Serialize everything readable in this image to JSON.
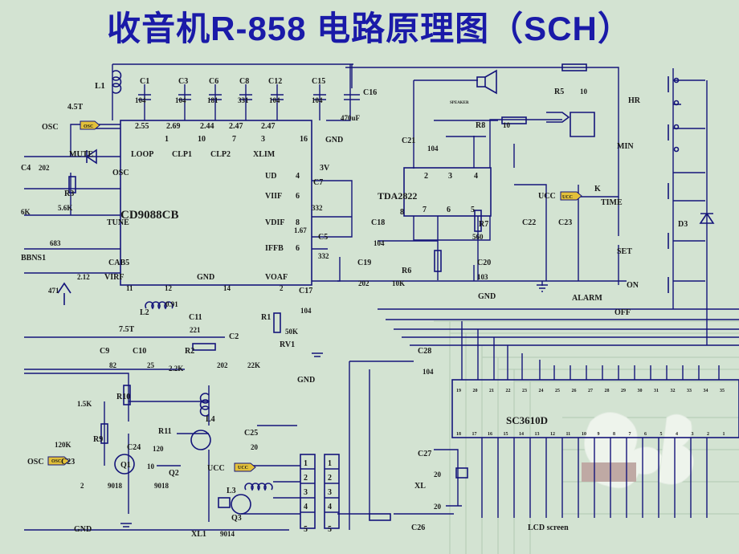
{
  "title": "收音机R-858 电路原理图（SCH）",
  "colors": {
    "background": "#d3e3d2",
    "title": "#1a1aa8",
    "wire": "#14147a",
    "text": "#1a1a1a",
    "pins": "#e3c13a"
  },
  "ics": {
    "cd9088": "CD9088CB",
    "tda2822": "TDA2822",
    "sc3610": "SC3610D",
    "lcd": "LCD screen"
  },
  "labels": [
    {
      "id": "L1",
      "text": "L1"
    },
    {
      "id": "C1",
      "text": "C1"
    },
    {
      "id": "C3",
      "text": "C3"
    },
    {
      "id": "C6",
      "text": "C6"
    },
    {
      "id": "C8",
      "text": "C8"
    },
    {
      "id": "C12",
      "text": "C12"
    },
    {
      "id": "C15",
      "text": "C15"
    },
    {
      "id": "C16",
      "text": "C16"
    },
    {
      "id": "v104a",
      "text": "104"
    },
    {
      "id": "v104b",
      "text": "104"
    },
    {
      "id": "v181",
      "text": "181"
    },
    {
      "id": "v331",
      "text": "331"
    },
    {
      "id": "v104c",
      "text": "104"
    },
    {
      "id": "v104d",
      "text": "104"
    },
    {
      "id": "v470",
      "text": "470uF"
    },
    {
      "id": "t45",
      "text": "4.5T"
    },
    {
      "id": "osc1",
      "text": "OSC"
    },
    {
      "id": "osc_small",
      "text": "OSC"
    },
    {
      "id": "p255",
      "text": "2.55"
    },
    {
      "id": "p269",
      "text": "2.69"
    },
    {
      "id": "p244",
      "text": "2.44"
    },
    {
      "id": "p247a",
      "text": "2.47"
    },
    {
      "id": "p247b",
      "text": "2.47"
    },
    {
      "id": "n1",
      "text": "1"
    },
    {
      "id": "n10",
      "text": "10"
    },
    {
      "id": "n7",
      "text": "7"
    },
    {
      "id": "n3",
      "text": "3"
    },
    {
      "id": "n16",
      "text": "16"
    },
    {
      "id": "mute",
      "text": "MUTE"
    },
    {
      "id": "loop",
      "text": "LOOP"
    },
    {
      "id": "clp1",
      "text": "CLP1"
    },
    {
      "id": "clp2",
      "text": "CLP2"
    },
    {
      "id": "xlim",
      "text": "XLIM"
    },
    {
      "id": "gnd1",
      "text": "GND"
    },
    {
      "id": "c21",
      "text": "C21"
    },
    {
      "id": "v104e",
      "text": "104"
    },
    {
      "id": "speaker",
      "text": "SPEAKER"
    },
    {
      "id": "r5",
      "text": "R5"
    },
    {
      "id": "v10a",
      "text": "10"
    },
    {
      "id": "r8",
      "text": "R8"
    },
    {
      "id": "v10b",
      "text": "10"
    },
    {
      "id": "hr",
      "text": "HR"
    },
    {
      "id": "v202a",
      "text": "202"
    },
    {
      "id": "c4",
      "text": "C4"
    },
    {
      "id": "osc2",
      "text": "OSC"
    },
    {
      "id": "ud",
      "text": "UD"
    },
    {
      "id": "n4a",
      "text": "4"
    },
    {
      "id": "v3",
      "text": "3V"
    },
    {
      "id": "c7",
      "text": "C7"
    },
    {
      "id": "min",
      "text": "MIN"
    },
    {
      "id": "n2a",
      "text": "2"
    },
    {
      "id": "n3a",
      "text": "3"
    },
    {
      "id": "n4b",
      "text": "4"
    },
    {
      "id": "r3",
      "text": "R3"
    },
    {
      "id": "v56k",
      "text": "5.6K"
    },
    {
      "id": "k6",
      "text": "6K"
    },
    {
      "id": "vifr",
      "text": "VIIF"
    },
    {
      "id": "n6a",
      "text": "6"
    },
    {
      "id": "ucc1",
      "text": "UCC"
    },
    {
      "id": "ucc_s",
      "text": "UCC"
    },
    {
      "id": "time",
      "text": "TIME"
    },
    {
      "id": "k",
      "text": "K"
    },
    {
      "id": "v332a",
      "text": "332"
    },
    {
      "id": "n8a",
      "text": "8"
    },
    {
      "id": "n7a",
      "text": "7"
    },
    {
      "id": "n6b",
      "text": "6"
    },
    {
      "id": "n5a",
      "text": "5"
    },
    {
      "id": "vdif",
      "text": "VDIF"
    },
    {
      "id": "tune",
      "text": "TUNE"
    },
    {
      "id": "n8b",
      "text": "8"
    },
    {
      "id": "c18",
      "text": "C18"
    },
    {
      "id": "r7",
      "text": "R7"
    },
    {
      "id": "c22",
      "text": "C22"
    },
    {
      "id": "c23",
      "text": "C23"
    },
    {
      "id": "d3",
      "text": "D3"
    },
    {
      "id": "v167",
      "text": "1.67"
    },
    {
      "id": "c5",
      "text": "C5"
    },
    {
      "id": "v683",
      "text": "683"
    },
    {
      "id": "v560",
      "text": "560"
    },
    {
      "id": "bsn1",
      "text": "BBNS1"
    },
    {
      "id": "iffb",
      "text": "IFFB"
    },
    {
      "id": "n6c",
      "text": "6"
    },
    {
      "id": "v104f",
      "text": "104"
    },
    {
      "id": "set",
      "text": "SET"
    },
    {
      "id": "v332b",
      "text": "332"
    },
    {
      "id": "cab5",
      "text": "CAB5"
    },
    {
      "id": "c19",
      "text": "C19"
    },
    {
      "id": "r6",
      "text": "R6"
    },
    {
      "id": "c20",
      "text": "C20"
    },
    {
      "id": "v212",
      "text": "2.12"
    },
    {
      "id": "virf",
      "text": "VIRF"
    },
    {
      "id": "gnd2",
      "text": "GND"
    },
    {
      "id": "voaf",
      "text": "VOAF"
    },
    {
      "id": "v103",
      "text": "103"
    },
    {
      "id": "v10k",
      "text": "10K"
    },
    {
      "id": "v202b",
      "text": "202"
    },
    {
      "id": "on",
      "text": "ON"
    },
    {
      "id": "v471",
      "text": "471"
    },
    {
      "id": "n11",
      "text": "11"
    },
    {
      "id": "n12",
      "text": "12"
    },
    {
      "id": "n14",
      "text": "14"
    },
    {
      "id": "c17",
      "text": "C17"
    },
    {
      "id": "n2b",
      "text": "2"
    },
    {
      "id": "gnd3",
      "text": "GND"
    },
    {
      "id": "alarm",
      "text": "ALARM"
    },
    {
      "id": "v091",
      "text": "0.91"
    },
    {
      "id": "l2",
      "text": "L2"
    },
    {
      "id": "c11",
      "text": "C11"
    },
    {
      "id": "r1",
      "text": "R1"
    },
    {
      "id": "v104g",
      "text": "104"
    },
    {
      "id": "off",
      "text": "OFF"
    },
    {
      "id": "t75",
      "text": "7.5T"
    },
    {
      "id": "v221",
      "text": "221"
    },
    {
      "id": "c2",
      "text": "C2"
    },
    {
      "id": "v50k",
      "text": "50K"
    },
    {
      "id": "rv1",
      "text": "RV1"
    },
    {
      "id": "c9",
      "text": "C9"
    },
    {
      "id": "c10",
      "text": "C10"
    },
    {
      "id": "r2",
      "text": "R2"
    },
    {
      "id": "v82",
      "text": "82"
    },
    {
      "id": "v25",
      "text": "25"
    },
    {
      "id": "v22k",
      "text": "2.2K"
    },
    {
      "id": "v202c",
      "text": "202"
    },
    {
      "id": "v22k2",
      "text": "22K"
    },
    {
      "id": "c28",
      "text": "C28"
    },
    {
      "id": "v104h",
      "text": "104"
    },
    {
      "id": "gnd4",
      "text": "GND"
    },
    {
      "id": "r10",
      "text": "R10"
    },
    {
      "id": "v15k",
      "text": "1.5K"
    },
    {
      "id": "l4",
      "text": "L4"
    },
    {
      "id": "r11",
      "text": "R11"
    },
    {
      "id": "c25",
      "text": "C25"
    },
    {
      "id": "r9",
      "text": "R9"
    },
    {
      "id": "c24",
      "text": "C24"
    },
    {
      "id": "v120",
      "text": "120"
    },
    {
      "id": "v20a",
      "text": "20"
    },
    {
      "id": "v120k",
      "text": "120K"
    },
    {
      "id": "osc3",
      "text": "OSC"
    },
    {
      "id": "c23b",
      "text": "C23"
    },
    {
      "id": "osc_s2",
      "text": "OSC"
    },
    {
      "id": "q1",
      "text": "Q1"
    },
    {
      "id": "v10c",
      "text": "10"
    },
    {
      "id": "q2",
      "text": "Q2"
    },
    {
      "id": "ucc2",
      "text": "UCC"
    },
    {
      "id": "ucc_s2",
      "text": "UCC"
    },
    {
      "id": "c27",
      "text": "C27"
    },
    {
      "id": "v20b",
      "text": "20"
    },
    {
      "id": "v2",
      "text": "2"
    },
    {
      "id": "v9018a",
      "text": "9018"
    },
    {
      "id": "v9018b",
      "text": "9018"
    },
    {
      "id": "l3",
      "text": "L3"
    },
    {
      "id": "xl",
      "text": "XL"
    },
    {
      "id": "q3",
      "text": "Q3"
    },
    {
      "id": "v20c",
      "text": "20"
    },
    {
      "id": "gnd5",
      "text": "GND"
    },
    {
      "id": "xl1",
      "text": "XL1"
    },
    {
      "id": "v9014",
      "text": "9014"
    },
    {
      "id": "c26",
      "text": "C26"
    },
    {
      "id": "n1c",
      "text": "1"
    },
    {
      "id": "n2c",
      "text": "2"
    },
    {
      "id": "n3c",
      "text": "3"
    },
    {
      "id": "n4c",
      "text": "4"
    },
    {
      "id": "n5c",
      "text": "5"
    },
    {
      "id": "n1d",
      "text": "1"
    },
    {
      "id": "n2d",
      "text": "2"
    },
    {
      "id": "n3d",
      "text": "3"
    },
    {
      "id": "n4d",
      "text": "4"
    },
    {
      "id": "n5d",
      "text": "5"
    }
  ],
  "sc3610_pins_top": [
    "19",
    "20",
    "21",
    "22",
    "23",
    "24",
    "25",
    "26",
    "27",
    "28",
    "29",
    "30",
    "31",
    "32",
    "33",
    "34",
    "35"
  ],
  "sc3610_pins_bottom": [
    "18",
    "17",
    "16",
    "15",
    "14",
    "13",
    "12",
    "11",
    "10",
    "9",
    "8",
    "7",
    "6",
    "5",
    "4",
    "3",
    "2",
    "1"
  ]
}
